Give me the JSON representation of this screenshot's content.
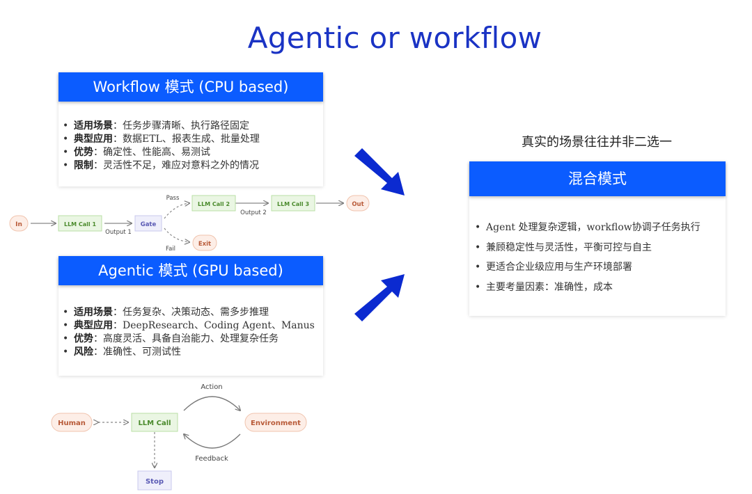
{
  "title": "Agentic or workflow",
  "colors": {
    "title": "#1a33c4",
    "header": "#0b5cff",
    "arrow": "#0b2ad0",
    "node_green_fill": "#eaf6e3",
    "node_green_stroke": "#b9dfa6",
    "node_orange_fill": "#fdeee7",
    "node_orange_stroke": "#f0c3ad",
    "node_purple_fill": "#efeffb",
    "node_purple_stroke": "#c9c9ec"
  },
  "workflow_panel": {
    "header": "Workflow 模式 (CPU based)",
    "items": [
      {
        "label": "适用场景",
        "text": "：任务步骤清晰、执行路径固定"
      },
      {
        "label": "典型应用",
        "text": "：数据ETL、报表生成、批量处理"
      },
      {
        "label": "优势",
        "text": "：确定性、性能高、易测试"
      },
      {
        "label": "限制",
        "text": "：灵活性不足，难应对意料之外的情况"
      }
    ]
  },
  "workflow_diagram": {
    "in": "In",
    "llm1": "LLM Call 1",
    "output1": "Output 1",
    "gate": "Gate",
    "pass": "Pass",
    "fail": "Fail",
    "llm2": "LLM Call 2",
    "output2": "Output 2",
    "llm3": "LLM Call 3",
    "out": "Out",
    "exit": "Exit"
  },
  "agentic_panel": {
    "header": "Agentic 模式 (GPU based)",
    "items": [
      {
        "label": "适用场景",
        "text": "：任务复杂、决策动态、需多步推理"
      },
      {
        "label": "典型应用",
        "text": "：DeepResearch、Coding Agent、Manus"
      },
      {
        "label": "优势",
        "text": "：高度灵活、具备自治能力、处理复杂任务"
      },
      {
        "label": "风险",
        "text": "：准确性、可测试性"
      }
    ]
  },
  "agent_diagram": {
    "human": "Human",
    "llm": "LLM Call",
    "environment": "Environment",
    "action": "Action",
    "feedback": "Feedback",
    "stop": "Stop"
  },
  "caption": "真实的场景往往并非二选一",
  "hybrid_panel": {
    "header": "混合模式",
    "items": [
      "Agent 处理复杂逻辑，workflow协调子任务执行",
      "兼顾稳定性与灵活性，平衡可控与自主",
      "更适合企业级应用与生产环境部署",
      "主要考量因素：准确性，成本"
    ]
  }
}
